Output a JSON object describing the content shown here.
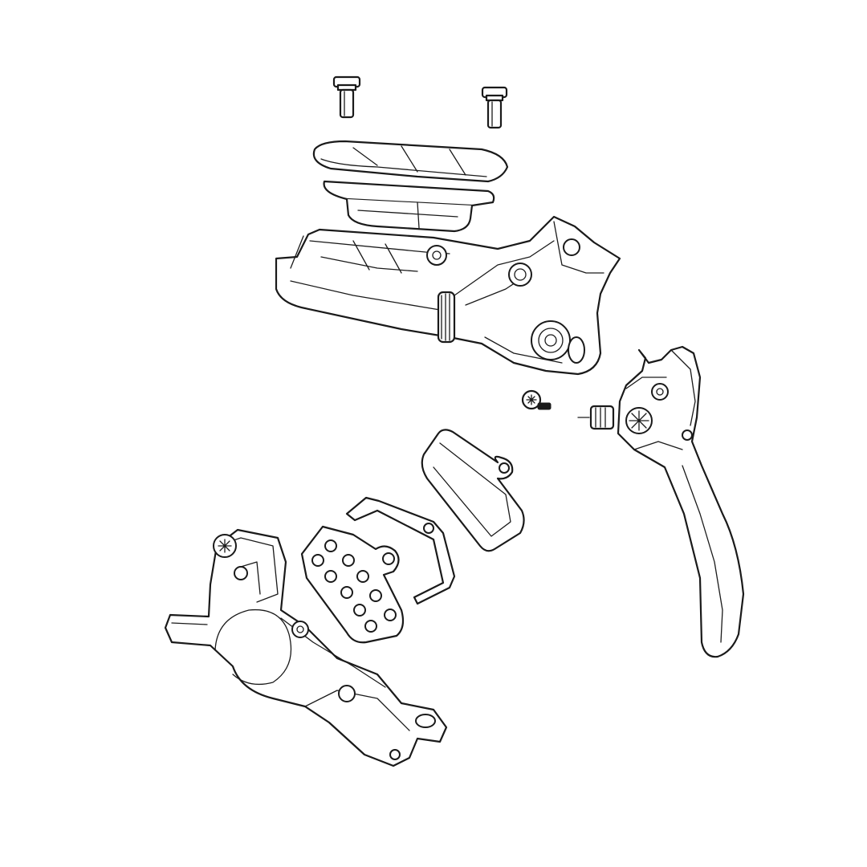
{
  "diagram": {
    "style": "line-art exploded view",
    "colors": {
      "background": "#ffffff",
      "line": "#1a1a1a"
    },
    "parts": [
      {
        "id": "bolt-left"
      },
      {
        "id": "bolt-right"
      },
      {
        "id": "reservoir-cap"
      },
      {
        "id": "bladder"
      },
      {
        "id": "master-cylinder-body"
      },
      {
        "id": "small-screw"
      },
      {
        "id": "lever-pivot-bushing"
      },
      {
        "id": "brake-lever"
      },
      {
        "id": "brake-pad-front"
      },
      {
        "id": "pad-spring"
      },
      {
        "id": "brake-pad-back"
      },
      {
        "id": "caliper"
      }
    ]
  }
}
